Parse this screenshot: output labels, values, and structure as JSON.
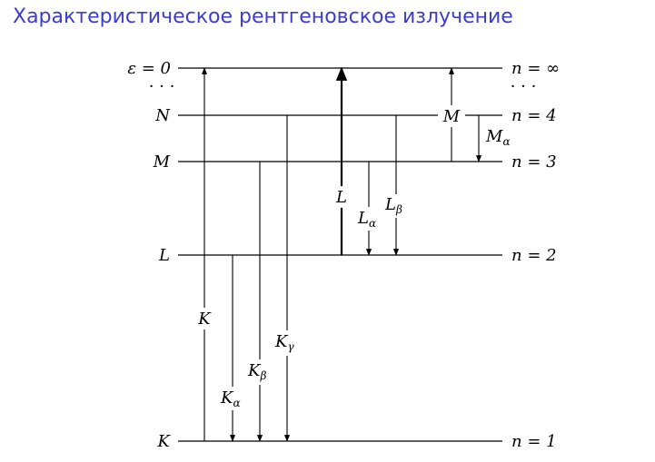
{
  "title": "Характеристическое рентгеновское излучение",
  "levels": {
    "left": {
      "eps0": "ε = 0",
      "dots": "· · ·",
      "N": "N",
      "M": "M",
      "L": "L",
      "K": "K"
    },
    "right": {
      "ninf": "n = ∞",
      "dots": "· · ·",
      "n4": "n = 4",
      "n3": "n = 3",
      "n2": "n = 2",
      "n1": "n = 1"
    }
  },
  "transitions": {
    "K": "K",
    "Ka_base": "K",
    "Ka_sub": "α",
    "Kb_base": "K",
    "Kb_sub": "β",
    "Kg_base": "K",
    "Kg_sub": "γ",
    "L": "L",
    "La_base": "L",
    "La_sub": "α",
    "Lb_base": "L",
    "Lb_sub": "β",
    "M": "M",
    "Ma_base": "M",
    "Ma_sub": "α"
  }
}
